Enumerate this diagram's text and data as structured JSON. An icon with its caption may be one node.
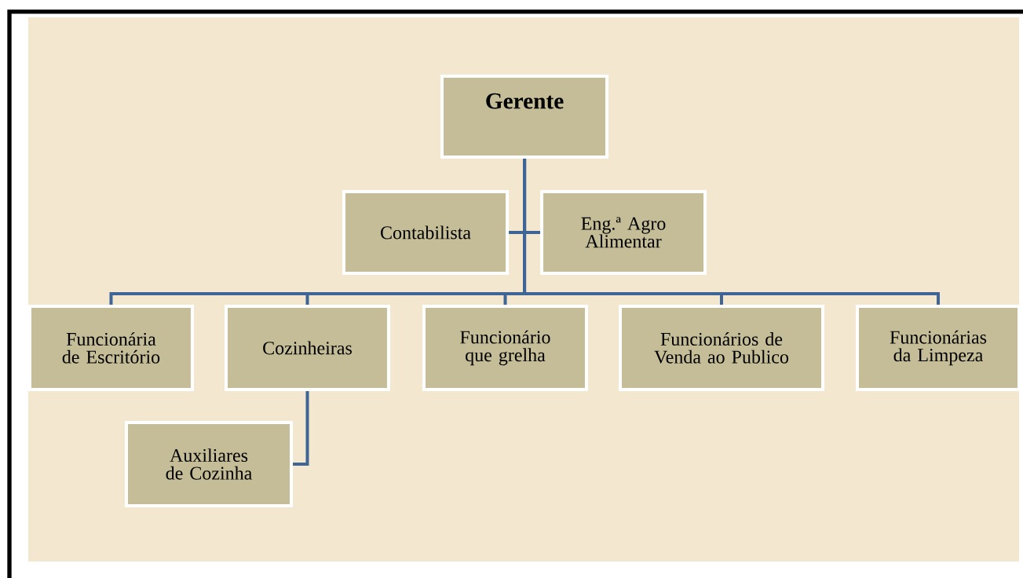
{
  "diagram": {
    "nodes": [
      {
        "text": [
          "**Gerente**"
        ]
      },
      {
        "text": [
          "Contabilista"
        ]
      },
      {
        "text": [
          "Eng.ª Agro Alimentar"
        ]
      },
      {
        "text": [
          "Funcionária de Escritório"
        ]
      },
      {
        "text": [
          "Cozinheiras"
        ]
      },
      {
        "text": [
          "Funcionário que grelha"
        ]
      },
      {
        "text": [
          "Funcionários de Venda ao Publico"
        ]
      },
      {
        "text": [
          "Funcionárias da Limpeza"
        ]
      },
      {
        "text": [
          "Auxiliares de Cozinha"
        ]
      }
    ],
    "edges": [
      {
        "from": 0,
        "to": 1,
        "arrow": "none"
      },
      {
        "from": 0,
        "to": 2,
        "arrow": "none"
      },
      {
        "from": 0,
        "to": 3,
        "arrow": "none"
      },
      {
        "from": 0,
        "to": 4,
        "arrow": "none"
      },
      {
        "from": 0,
        "to": 5,
        "arrow": "none"
      },
      {
        "from": 0,
        "to": 6,
        "arrow": "none"
      },
      {
        "from": 0,
        "to": 7,
        "arrow": "none"
      },
      {
        "from": 4,
        "to": 8,
        "arrow": "none"
      }
    ]
  }
}
